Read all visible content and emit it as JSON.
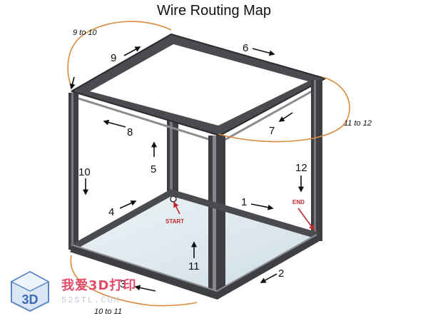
{
  "title": "Wire Routing Map",
  "numbers": {
    "n1": "1",
    "n2": "2",
    "n3": "3",
    "n4": "4",
    "n5": "5",
    "n6": "6",
    "n7": "7",
    "n8": "8",
    "n9": "9",
    "n10": "10",
    "n11": "11",
    "n12": "12"
  },
  "transitions": {
    "t9_10": "9 to 10",
    "t10_11": "10 to 11",
    "t11_12": "11 to 12"
  },
  "markers": {
    "start": "START",
    "end": "END"
  },
  "watermark": {
    "logo": "3D",
    "cn": "我爱3D打印",
    "url": "52STL.COM"
  },
  "colors": {
    "frame": "#3e3f42",
    "frame_inner": "#6e7074",
    "orange_curve": "#d98a3c",
    "marker_red": "#c0282d",
    "arrow": "#111111",
    "glass": "#dfeaf0"
  }
}
